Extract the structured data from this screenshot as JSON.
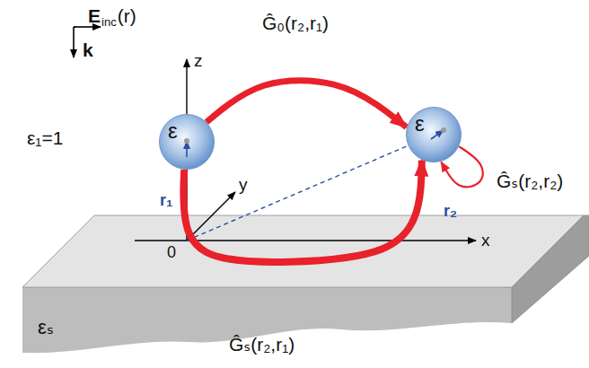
{
  "diagram": {
    "nodes": [
      {
        "text": [
          "ε"
        ]
      },
      {
        "text": [
          "ε"
        ]
      },
      {
        "text": [
          "εₛ"
        ]
      }
    ],
    "edges": [
      {
        "from": 0,
        "to": 1,
        "arrow": "to",
        "label": "Ĝ₀(r₂,r₁)"
      },
      {
        "from": 0,
        "to": 1,
        "arrow": "to",
        "label": "Ĝₛ(r₂,r₁)"
      },
      {
        "from": 1,
        "to": 1,
        "arrow": "to",
        "label": "Ĝₛ(r₂,r₂)"
      }
    ],
    "labels": [
      "E",
      "inc",
      "(r)",
      "k",
      "z",
      "y",
      "x",
      "0",
      "ε₁=1",
      "r₁",
      "r₂"
    ]
  }
}
